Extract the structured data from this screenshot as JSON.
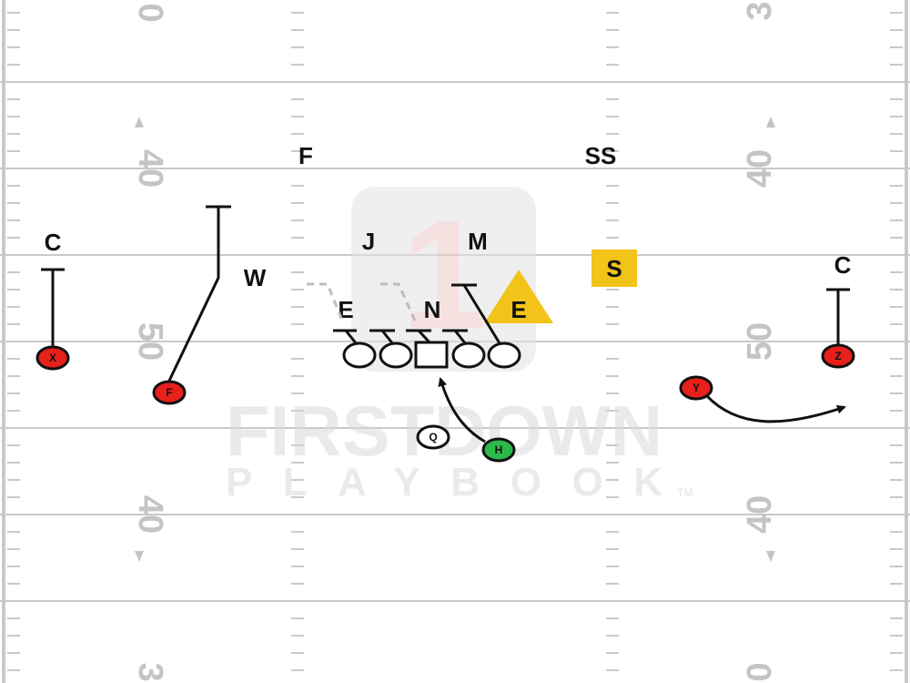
{
  "field": {
    "yard_numbers": {
      "top_left_partial": "0",
      "top_right_partial": "3",
      "upper_left": "40",
      "middle_left": "50",
      "lower_left": "40",
      "bottom_left_partial": "3",
      "upper_right": "40",
      "middle_right": "50",
      "lower_right": "40",
      "bottom_right_partial": "0"
    }
  },
  "watermark": {
    "badge_number": "1",
    "line1": "FIRSTDOWN",
    "line2": "PLAYBOOK",
    "trademark": "TM"
  },
  "defense": {
    "free_safety": "F",
    "strong_safety": "SS",
    "left_corner": "C",
    "right_corner": "C",
    "will": "W",
    "jack": "J",
    "mike": "M",
    "sam": "S",
    "left_end": "E",
    "nose": "N",
    "right_end": "E"
  },
  "offense": {
    "x": "X",
    "f": "F",
    "q": "Q",
    "h": "H",
    "y": "Y",
    "z": "Z"
  },
  "colors": {
    "receiver_red": "#e8201c",
    "running_back_green": "#2db84a",
    "sam_highlight": "#f2c318",
    "field_line": "#c9c9c9",
    "ink": "#111111"
  }
}
